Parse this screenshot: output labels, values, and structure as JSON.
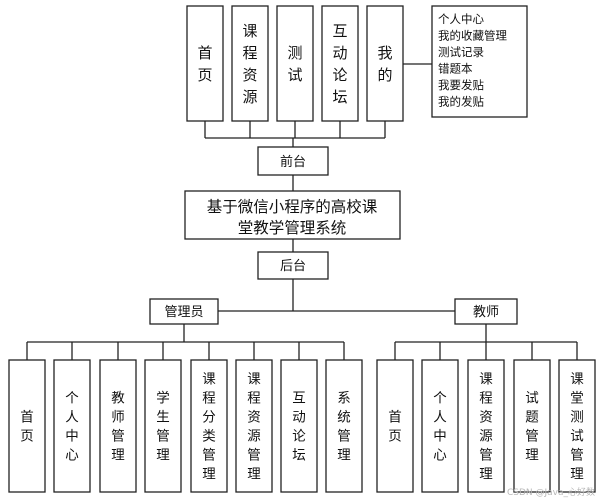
{
  "diagram": {
    "title": "基于微信小程序的高校课堂教学管理系统",
    "frontend": {
      "label": "前台",
      "modules": [
        "首页",
        "课程资源",
        "测试",
        "互动论坛",
        "我的"
      ],
      "my_items": [
        "个人中心",
        "我的收藏管理",
        "测试记录",
        "错题本",
        "我要发贴",
        "我的发贴"
      ]
    },
    "backend": {
      "label": "后台",
      "roles": [
        {
          "name": "管理员",
          "modules": [
            "首页",
            "个人中心",
            "教师管理",
            "学生管理",
            "课程分类管理",
            "课程资源管理",
            "互动论坛",
            "系统管理"
          ]
        },
        {
          "name": "教师",
          "modules": [
            "首页",
            "个人中心",
            "课程资源管理",
            "试题管理",
            "课堂测试管理"
          ]
        }
      ]
    }
  },
  "watermark": "CSDN @Java_心好数"
}
